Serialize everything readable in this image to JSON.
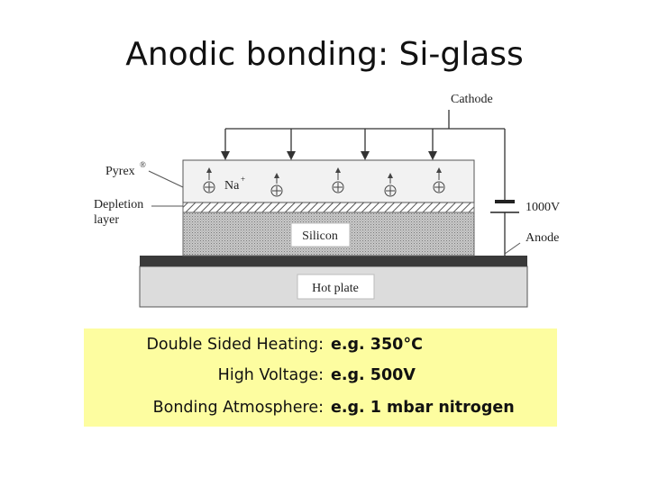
{
  "slide": {
    "title": "Anodic bonding: Si-glass"
  },
  "diagram": {
    "cathode_label": "Cathode",
    "pyrex_label": "Pyrex",
    "pyrex_mark": "®",
    "sodium_label": "Na",
    "sodium_charge": "+",
    "depletion_label_line1": "Depletion",
    "depletion_label_line2": "layer",
    "silicon_label": "Silicon",
    "voltage_label": "1000V",
    "anode_label": "Anode",
    "hotplate_label": "Hot plate"
  },
  "parameters": [
    {
      "label": "Double Sided Heating:",
      "value": "e.g. 350°C"
    },
    {
      "label": "High Voltage:",
      "value": "e.g. 500V"
    },
    {
      "label": "Bonding Atmosphere:",
      "value": "e.g.  1 mbar nitrogen"
    }
  ]
}
